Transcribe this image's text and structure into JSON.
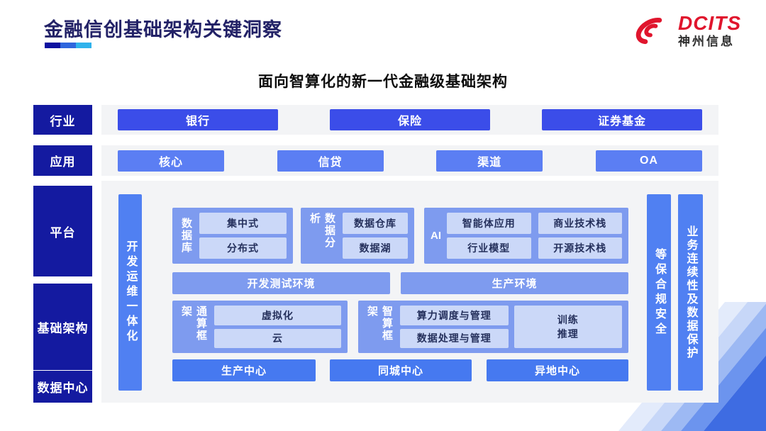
{
  "colors": {
    "navy": "#141AA0",
    "royal": "#3B4DE9",
    "mid_blue": "#5B7EF3",
    "vbar": "#5080F2",
    "group": "#7E9BEF",
    "chip": "#CBD8F8",
    "chip_ink": "#25305C",
    "center_blue": "#4679F0",
    "strip": "#F3F4F6",
    "title_ink": "#232267",
    "red": "#E0152D",
    "under1": "#0D11A0",
    "under2": "#2E66DD",
    "under3": "#2FB2EC"
  },
  "header": {
    "title": "金融信创基础架构关键洞察",
    "logo_brand": "DCITS",
    "logo_company": "神州信息",
    "subtitle": "面向智算化的新一代金融级基础架构"
  },
  "sidebar": {
    "items": [
      {
        "label": "行业"
      },
      {
        "label": "应用"
      },
      {
        "label": "平台"
      },
      {
        "label": "基础架构"
      },
      {
        "label": "数据中心"
      }
    ]
  },
  "industry_row": {
    "items": [
      "银行",
      "保险",
      "证券基金"
    ]
  },
  "application_row": {
    "items": [
      "核心",
      "信贷",
      "渠道",
      "OA"
    ]
  },
  "platform": {
    "devops_bar": "开发运维一体化",
    "groups": {
      "database": {
        "label": "数据库",
        "items": [
          "集中式",
          "分布式"
        ]
      },
      "analytics": {
        "label": "数据分析",
        "items": [
          "数据仓库",
          "数据湖"
        ]
      },
      "ai": {
        "label": "AI",
        "items": [
          "智能体应用",
          "商业技术栈",
          "行业模型",
          "开源技术栈"
        ]
      }
    },
    "environments": [
      "开发测试环境",
      "生产环境"
    ],
    "general_framework": {
      "label": "通算框架",
      "items": [
        "虚拟化",
        "云"
      ]
    },
    "intel_framework": {
      "label": "智算框架",
      "items": [
        "算力调度与管理",
        "数据处理与管理"
      ],
      "side": "训练\n推理"
    },
    "centers": [
      "生产中心",
      "同城中心",
      "异地中心"
    ],
    "security_bar": "等保合规安全",
    "continuity_bar": "业务连续性及数据保护"
  }
}
